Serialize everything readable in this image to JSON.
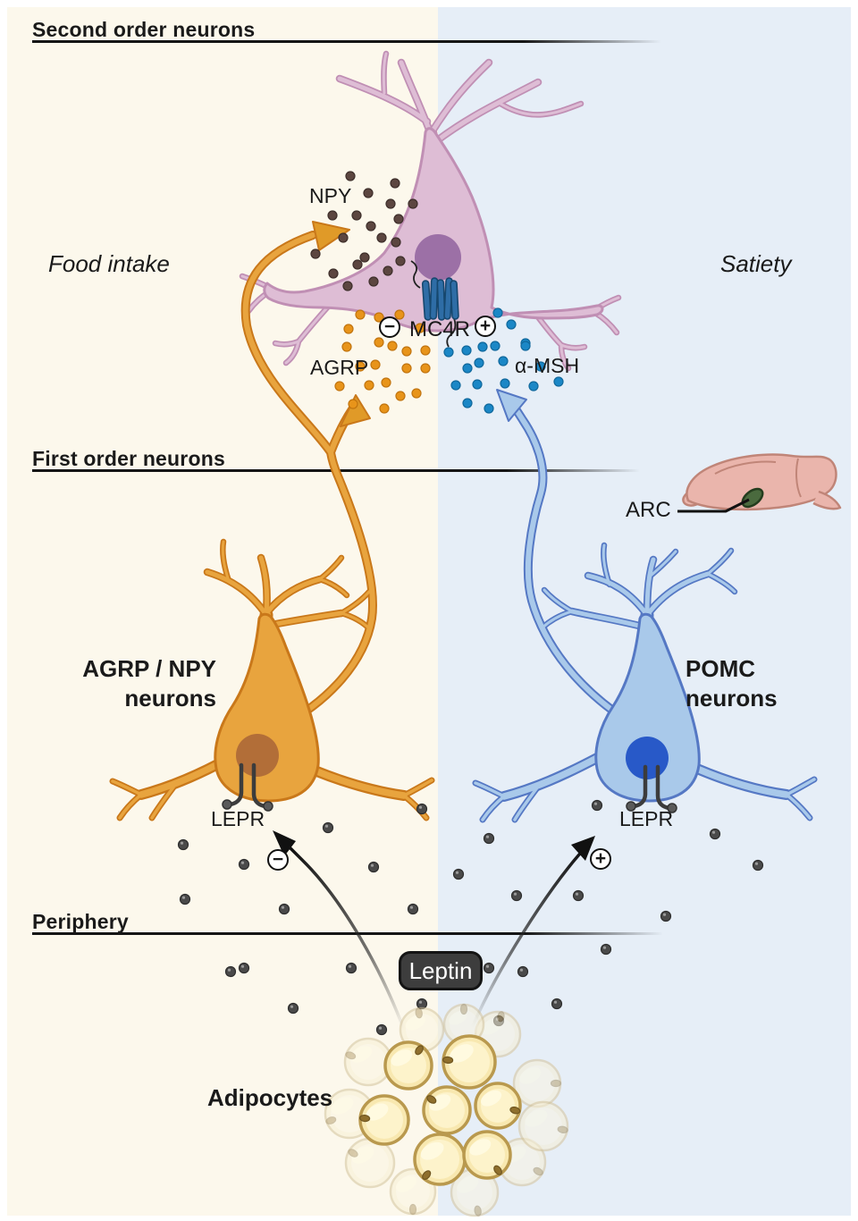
{
  "sections": {
    "second_order": "Second order neurons",
    "first_order": "First order neurons",
    "periphery": "Periphery"
  },
  "side_labels": {
    "left": "Food intake",
    "right": "Satiety"
  },
  "molecules": {
    "npy": "NPY",
    "agrp": "AGRP",
    "alpha_msh": "α-MSH",
    "mc4r": "MC4R",
    "lepr": "LEPR",
    "leptin": "Leptin"
  },
  "neuron_labels": {
    "agrp_npy_line1": "AGRP / NPY",
    "agrp_npy_line2": "neurons",
    "pomc_line1": "POMC",
    "pomc_line2": "neurons"
  },
  "brain": {
    "region": "ARC"
  },
  "periphery_items": {
    "adipocytes": "Adipocytes"
  },
  "signs": {
    "minus": "−",
    "plus": "+"
  },
  "colors": {
    "background_left": "#FCF8EC",
    "background_right": "#E6EEF7",
    "second_order_neuron_fill": "#DEBDD5",
    "second_order_neuron_outline": "#C08FB4",
    "agrp_neuron_fill": "#E8A43E",
    "agrp_neuron_outline": "#C9781A",
    "pomc_neuron_fill": "#A9C9EA",
    "pomc_neuron_outline": "#5578C4",
    "npy_dots": "#5C4640",
    "agrp_dots": "#E8941A",
    "amsh_dots": "#1B87C6",
    "leptin_dots": "#4A4A4A",
    "mc4r_receptor": "#2E6DA6",
    "arc_region": "#4A6A3E",
    "leptin_pill": "#3D3D3D",
    "adipocyte_fill": "#F8E8B0",
    "adipocyte_outline": "#B9994E"
  }
}
